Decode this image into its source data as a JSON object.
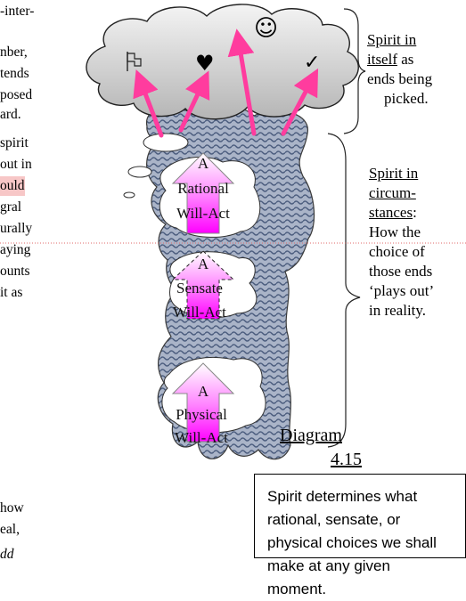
{
  "left_text": [
    "-inter-",
    "nber,",
    "tends",
    "posed",
    "ard.",
    " spirit",
    "out in",
    "ould",
    "gral",
    "urally",
    "aying",
    "ounts",
    "it as",
    "how",
    "eal,",
    "dd"
  ],
  "cloud_icons": [
    "flag-icon",
    "heart-icon",
    "smiley-icon",
    "checkmark-icon"
  ],
  "cloud_glyphs": {
    "heart": "♥",
    "smiley": "☺",
    "check": "✓"
  },
  "arrows": [
    {
      "name": "rational",
      "lines": [
        "A",
        "Rational",
        "Will-Act"
      ]
    },
    {
      "name": "sensate",
      "lines": [
        "A",
        "Sensate",
        "Will-Act"
      ]
    },
    {
      "name": "physical",
      "lines": [
        "A",
        "Physical",
        "Will-Act"
      ]
    }
  ],
  "caption": {
    "title": "Diagram",
    "number": "4.15"
  },
  "spirit_itself": {
    "head_1": "Spirit in",
    "head_2": "itself",
    "rest_2": " as",
    "line_3": "ends being",
    "line_4": "picked."
  },
  "spirit_circumstances": [
    "Spirit in",
    "circum-",
    "stances",
    ":",
    "How the",
    "choice of",
    "those ends",
    "‘plays out’",
    "in reality."
  ],
  "summary": "Spirit determines what rational, sensate, or physical choices we shall make at any given moment.",
  "colors": {
    "arrow_magenta": "#ff1aff",
    "pink_arrow": "#ff3c9e",
    "wave": "#5a6b8c",
    "cloud": "#d3d3d3"
  }
}
